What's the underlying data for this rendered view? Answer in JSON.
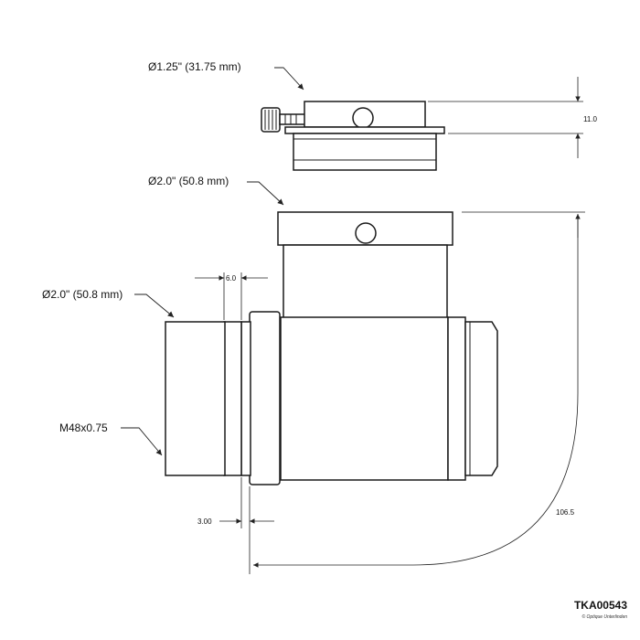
{
  "labels": {
    "top_eyepiece_diameter": "Ø1.25\" (31.75 mm)",
    "top_port_diameter": "Ø2.0\" (50.8 mm)",
    "side_port_diameter": "Ø2.0\" (50.8 mm)",
    "thread_spec": "M48x0.75"
  },
  "dimensions": {
    "adapter_height": "11.0",
    "flange_gap": "6.0",
    "step_offset": "3.00",
    "overall_length": "106.5"
  },
  "footer": {
    "part_number": "TKA00543",
    "copyright": "© Optique Unterlinden"
  },
  "colors": {
    "line": "#1a1a1a",
    "background": "#ffffff"
  }
}
